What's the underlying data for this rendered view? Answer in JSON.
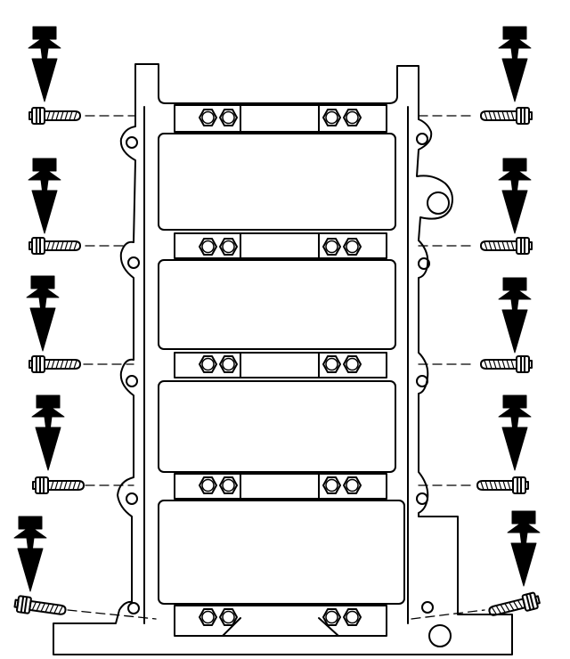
{
  "figure": {
    "kind": "technical-line-drawing",
    "subject-icon": "bedplate-bolt-installation-icon",
    "colors": {
      "ink": "#000000",
      "paper": "#ffffff"
    },
    "arrow_count": 10,
    "bolt_count": 10,
    "main_bays": 4
  }
}
